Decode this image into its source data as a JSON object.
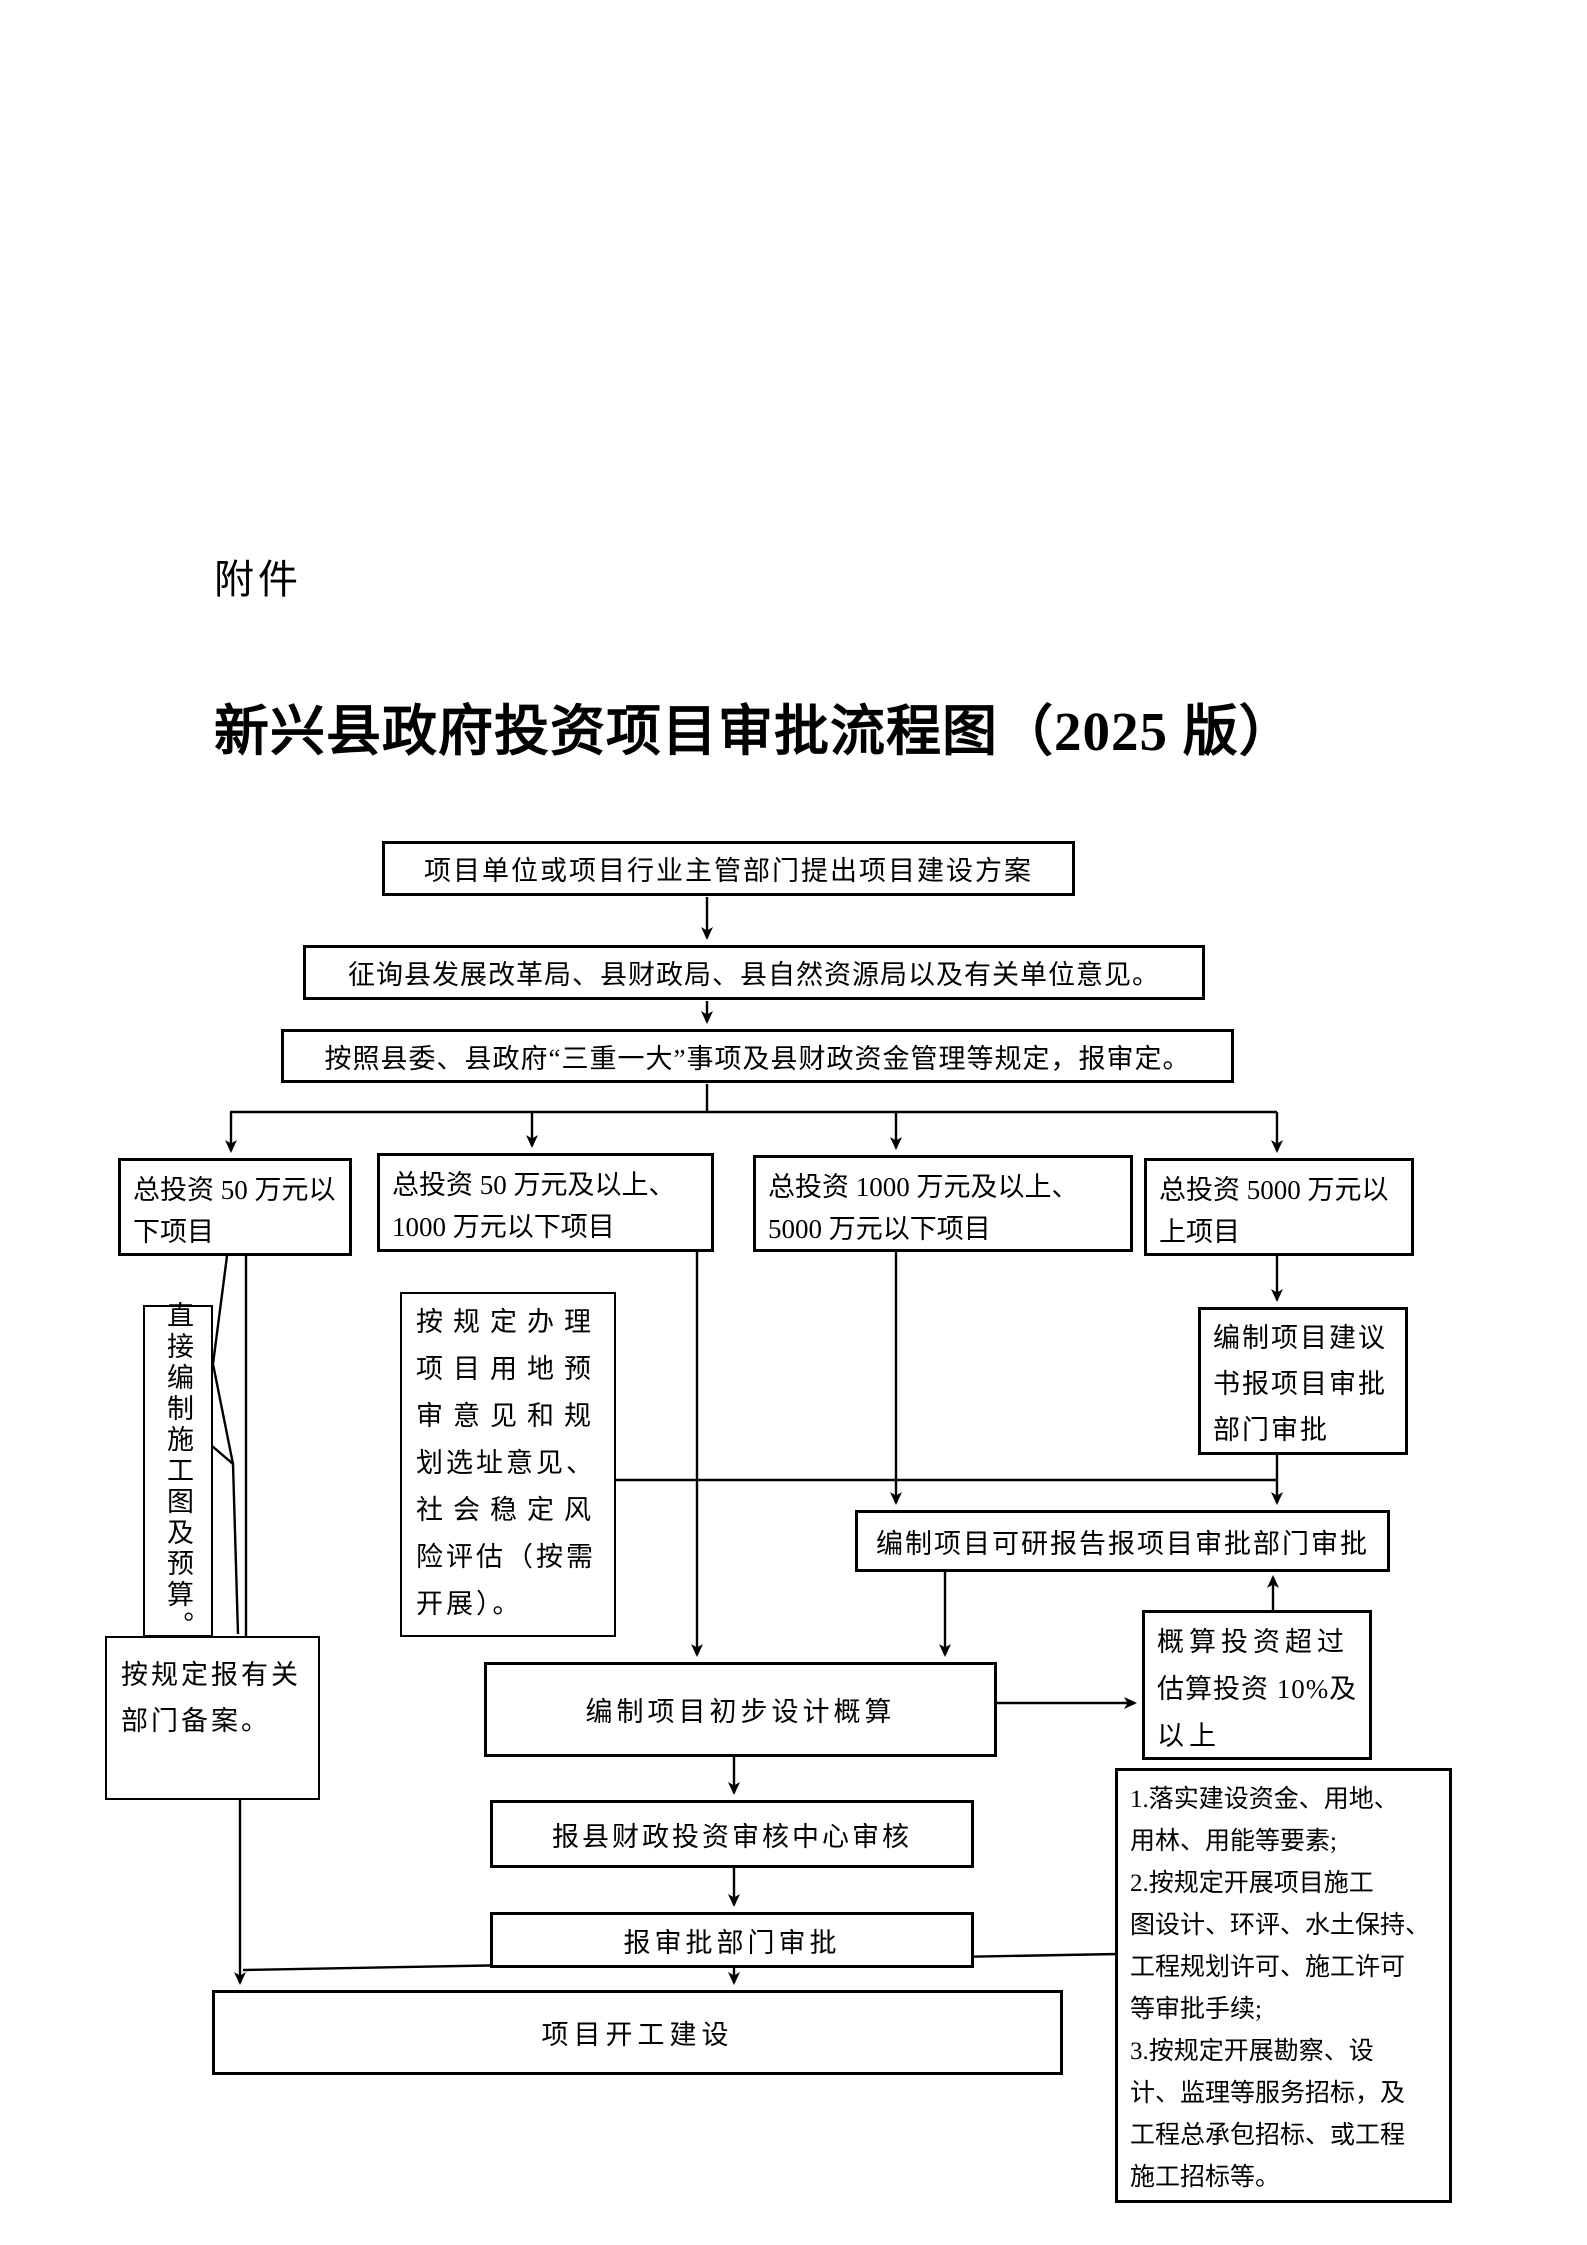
{
  "page": {
    "attachment_label": "附件",
    "title": "新兴县政府投资项目审批流程图（2025 版）"
  },
  "colors": {
    "ink": "#000000",
    "paper": "#ffffff"
  },
  "flowchart": {
    "nodes": {
      "propose": {
        "text": "项目单位或项目行业主管部门提出项目建设方案"
      },
      "consult": {
        "text": "征询县发展改革局、县财政局、县自然资源局以及有关单位意见。"
      },
      "decide": {
        "text": "按照县委、县政府“三重一大”事项及县财政资金管理等规定，报审定。"
      },
      "under50": {
        "lines": [
          "总投资 50 万元以",
          "下项目"
        ]
      },
      "from50to1000": {
        "lines": [
          "总投资 50 万元及以上、",
          "1000 万元以下项目"
        ]
      },
      "from1000to5000": {
        "lines": [
          "总投资 1000 万元及以上、",
          "5000 万元以下项目"
        ]
      },
      "over5000": {
        "lines": [
          "总投资 5000 万元以",
          "上项目"
        ]
      },
      "direct_prep": {
        "text": "直接编制施工图及预算。"
      },
      "pre_procedures": {
        "lines": [
          "按规定办理",
          "项目用地预",
          "审意见和规",
          "划选址意见、",
          "社会稳定风",
          "险评估（按需",
          "开展）。"
        ]
      },
      "filing": {
        "lines": [
          "按规定报有关",
          "部门备案。"
        ]
      },
      "proposal": {
        "lines": [
          "编制项目建议",
          "书报项目审批",
          "部门审批"
        ]
      },
      "feasibility": {
        "text": "编制项目可研报告报项目审批部门审批"
      },
      "over_budget": {
        "lines": [
          "概算投资超过",
          "估算投资 10%及",
          "以上"
        ]
      },
      "prelim_design": {
        "text": "编制项目初步设计概算"
      },
      "finance_review": {
        "text": "报县财政投资审核中心审核"
      },
      "dept_approval": {
        "text": "报审批部门审批"
      },
      "construction": {
        "text": "项目开工建设"
      },
      "post_requirements": {
        "lines": [
          "1.落实建设资金、用地、",
          "用林、用能等要素;",
          "2.按规定开展项目施工",
          "图设计、环评、水土保持、",
          "工程规划许可、施工许可",
          "等审批手续;",
          "3.按规定开展勘察、设",
          "计、监理等服务招标，及",
          "工程总承包招标、或工程",
          "施工招标等。"
        ]
      }
    }
  }
}
